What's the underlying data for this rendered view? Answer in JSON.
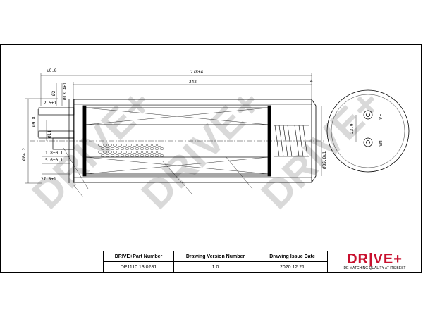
{
  "drawing": {
    "overall_length": "278±4",
    "inner_length": "242",
    "nipple_offset": "4",
    "tube_length_top": "2.5±1",
    "nipple_dia_outer": "Ø9.8",
    "nipple_dia_inner": "Ø11",
    "step_a": "1.8±0.1",
    "step_b": "5.6±0.1",
    "tube_length_bottom": "27.8±1",
    "total_dia": "Ø84.2",
    "cup_depth": "Ø85.8±1",
    "small_top_a": "±0.8",
    "small_top_b": "Ø2",
    "small_top_c": "Ø13.4±1",
    "end_dim": "23.9",
    "port_vf": "VF",
    "port_vm": "VM"
  },
  "watermark": {
    "text": "DRIVE+"
  },
  "title_block": {
    "part_number_label": "DRIVE+Part Number",
    "part_number_value": "DP1110.13.0281",
    "version_label": "Drawing Version Number",
    "version_value": "1.0",
    "issue_date_label": "Drawing Issue Date",
    "issue_date_value": "2020.12.21",
    "logo_text": "DR|VE+",
    "logo_tagline": "DE MATCHING QUALITY AT ITS BEST"
  },
  "colors": {
    "logo_red": "#c8102e",
    "watermark_gray": "#d9d9d9"
  }
}
